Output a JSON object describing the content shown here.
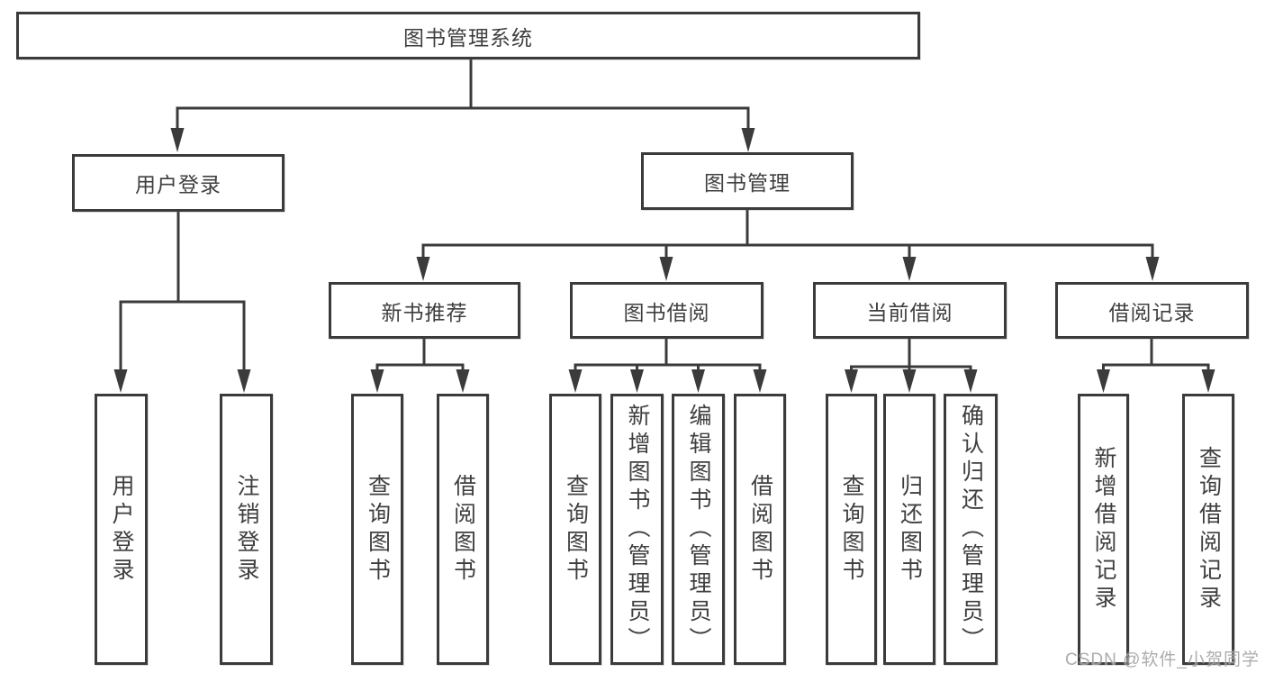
{
  "hierarchy": {
    "label": "图书管理系统",
    "children": [
      {
        "label": "用户登录",
        "children": [
          {
            "label": "用户登录"
          },
          {
            "label": "注销登录"
          }
        ]
      },
      {
        "label": "图书管理",
        "children": [
          {
            "label": "新书推荐",
            "children": [
              {
                "label": "查询图书"
              },
              {
                "label": "借阅图书"
              }
            ]
          },
          {
            "label": "图书借阅",
            "children": [
              {
                "label": "查询图书"
              },
              {
                "label": "新增图书（管理员）"
              },
              {
                "label": "编辑图书（管理员）"
              },
              {
                "label": "借阅图书"
              }
            ]
          },
          {
            "label": "当前借阅",
            "children": [
              {
                "label": "查询图书"
              },
              {
                "label": "归还图书"
              },
              {
                "label": "确认归还（管理员）"
              }
            ]
          },
          {
            "label": "借阅记录",
            "children": [
              {
                "label": "新增借阅记录"
              },
              {
                "label": "查询借阅记录"
              }
            ]
          }
        ]
      }
    ]
  },
  "watermark": "CSDN @软件_小贺同学",
  "colors": {
    "line": "#3b3b3b",
    "text": "#3f3f3f",
    "box_fill": "#ffffff",
    "watermark": "#9e9e9e",
    "background": "#ffffff"
  }
}
